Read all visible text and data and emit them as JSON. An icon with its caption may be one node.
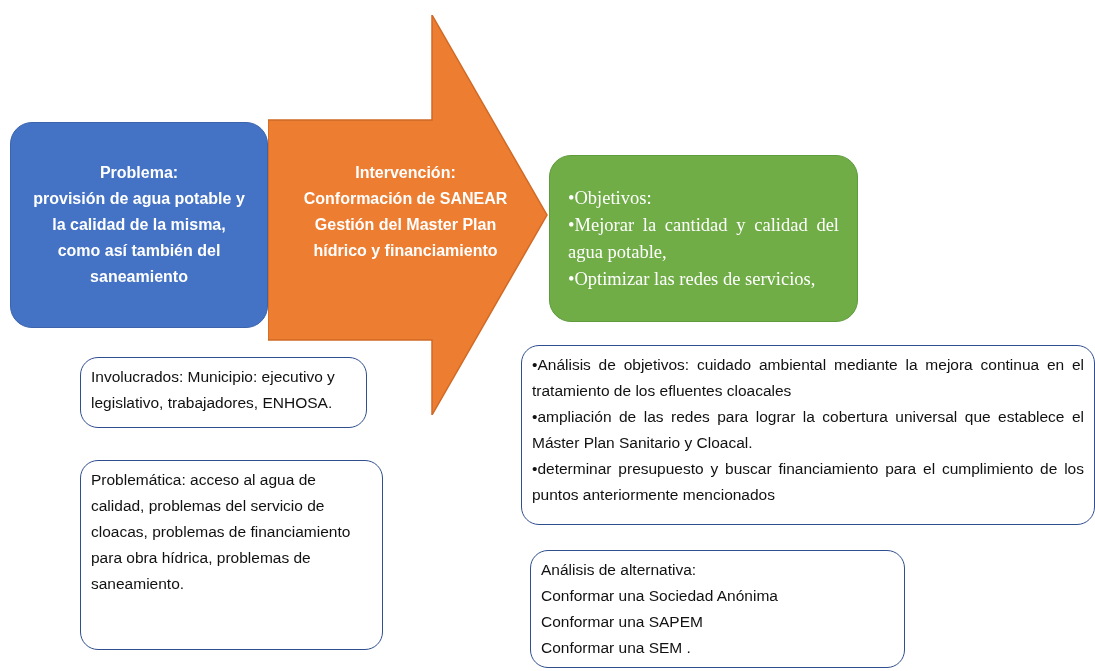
{
  "diagram": {
    "nodes": [
      {
        "text": [
          "Problema:",
          "provisión de agua potable y la calidad de la misma, como así también del saneamiento"
        ]
      },
      {
        "text": [
          "Intervención:",
          "Conformación de SANEAR",
          "Gestión del Master Plan hídrico y financiamiento"
        ]
      },
      {
        "text": [
          "•Objetivos:",
          "•Mejorar la cantidad y calidad del agua potable,",
          "•Optimizar las redes de servicios,"
        ]
      },
      {
        "text": [
          "Involucrados: Municipio: ejecutivo y legislativo, trabajadores, ENHOSA."
        ]
      },
      {
        "text": [
          "Problemática: acceso al agua de calidad, problemas del servicio de cloacas, problemas de financiamiento para obra hídrica, problemas de saneamiento."
        ]
      },
      {
        "text": [
          "•Análisis de objetivos: cuidado ambiental mediante la mejora continua en el tratamiento de los efluentes cloacales",
          "•ampliación de las redes para lograr la cobertura universal que establece el Máster Plan Sanitario y Cloacal.",
          "•determinar presupuesto y buscar financiamiento para el cumplimiento de los puntos anteriormente mencionados"
        ]
      },
      {
        "text": [
          "Análisis de alternativa:",
          "Conformar una Sociedad Anónima",
          "Conformar una SAPEM",
          "Conformar una SEM ."
        ]
      }
    ],
    "edges": []
  }
}
